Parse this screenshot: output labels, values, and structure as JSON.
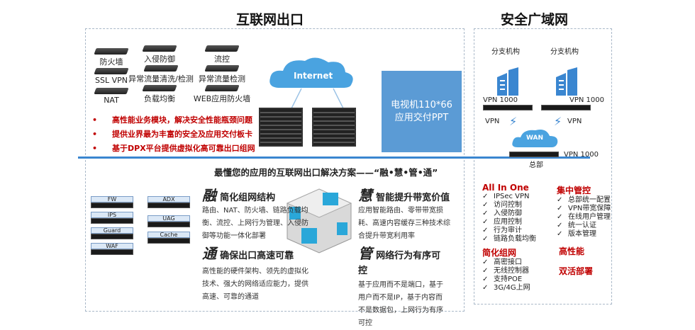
{
  "left_title": "互联网出口",
  "right_title": "安全广域网",
  "modules": [
    "防火墙",
    "入侵防御",
    "流控",
    "SSL VPN",
    "异常流量清洗/检测",
    "异常流量检测",
    "NAT",
    "负载均衡",
    "WEB应用防火墙"
  ],
  "bullets": [
    "高性能业务模块，解决安全性能瓶颈问题",
    "提供业界最为丰富的安全及应用交付板卡",
    "基于DPX平台提供虚拟化高可靠出口组网"
  ],
  "cloud_label": "Internet",
  "blue_box": {
    "line1": "电视机110*66",
    "line2": "应用交付PPT"
  },
  "solution_title": "最懂您的应用的互联网出口解决方案——“融•慧•管•通”",
  "devices_left": [
    "FW",
    "IPS",
    "Guard",
    "WAF"
  ],
  "devices_right": [
    "ADX",
    "UAG",
    "Cache"
  ],
  "features": [
    {
      "glyph": "融",
      "title": "简化组网结构",
      "desc": "路由、NAT、防火墙、链路负载均衡、流控、上网行为管理、入侵防御等功能一体化部署"
    },
    {
      "glyph": "慧",
      "title": "智能提升带宽价值",
      "desc": "应用智能路由、零带带宽损耗、高速内容缓存三种技术综合提升带宽利用率"
    },
    {
      "glyph": "通",
      "title": "确保出口高速可靠",
      "desc": "高性能的硬件架构、领先的虚拟化技术、强大的网络适应能力，提供高速、可靠的通道"
    },
    {
      "glyph": "管",
      "title": "网络行为有序可控",
      "desc": "基于应用而不是端口，基于用户而不是IP，基于内容而不是数据包，上网行为有序可控"
    }
  ],
  "wan": {
    "branch": "分支机构",
    "vpn1000": "VPN 1000",
    "vpn": "VPN",
    "wan": "WAN",
    "hq": "总部"
  },
  "check": "✓",
  "all_in_one": {
    "title": "All In One",
    "items": [
      "IPSec VPN",
      "访问控制",
      "入侵防御",
      "应用控制",
      "行为审计",
      "链路负载均衡"
    ]
  },
  "simplify": {
    "title": "简化组网",
    "items": [
      "高密接口",
      "无线控制器",
      "支持POE",
      "3G/4G上网"
    ]
  },
  "central": {
    "title": "集中管控",
    "items": [
      "总部统一配置",
      "VPN带宽保障",
      "在线用户管理",
      "统一认证",
      "版本管理"
    ]
  },
  "high_perf": "高性能",
  "dual": "双活部署"
}
